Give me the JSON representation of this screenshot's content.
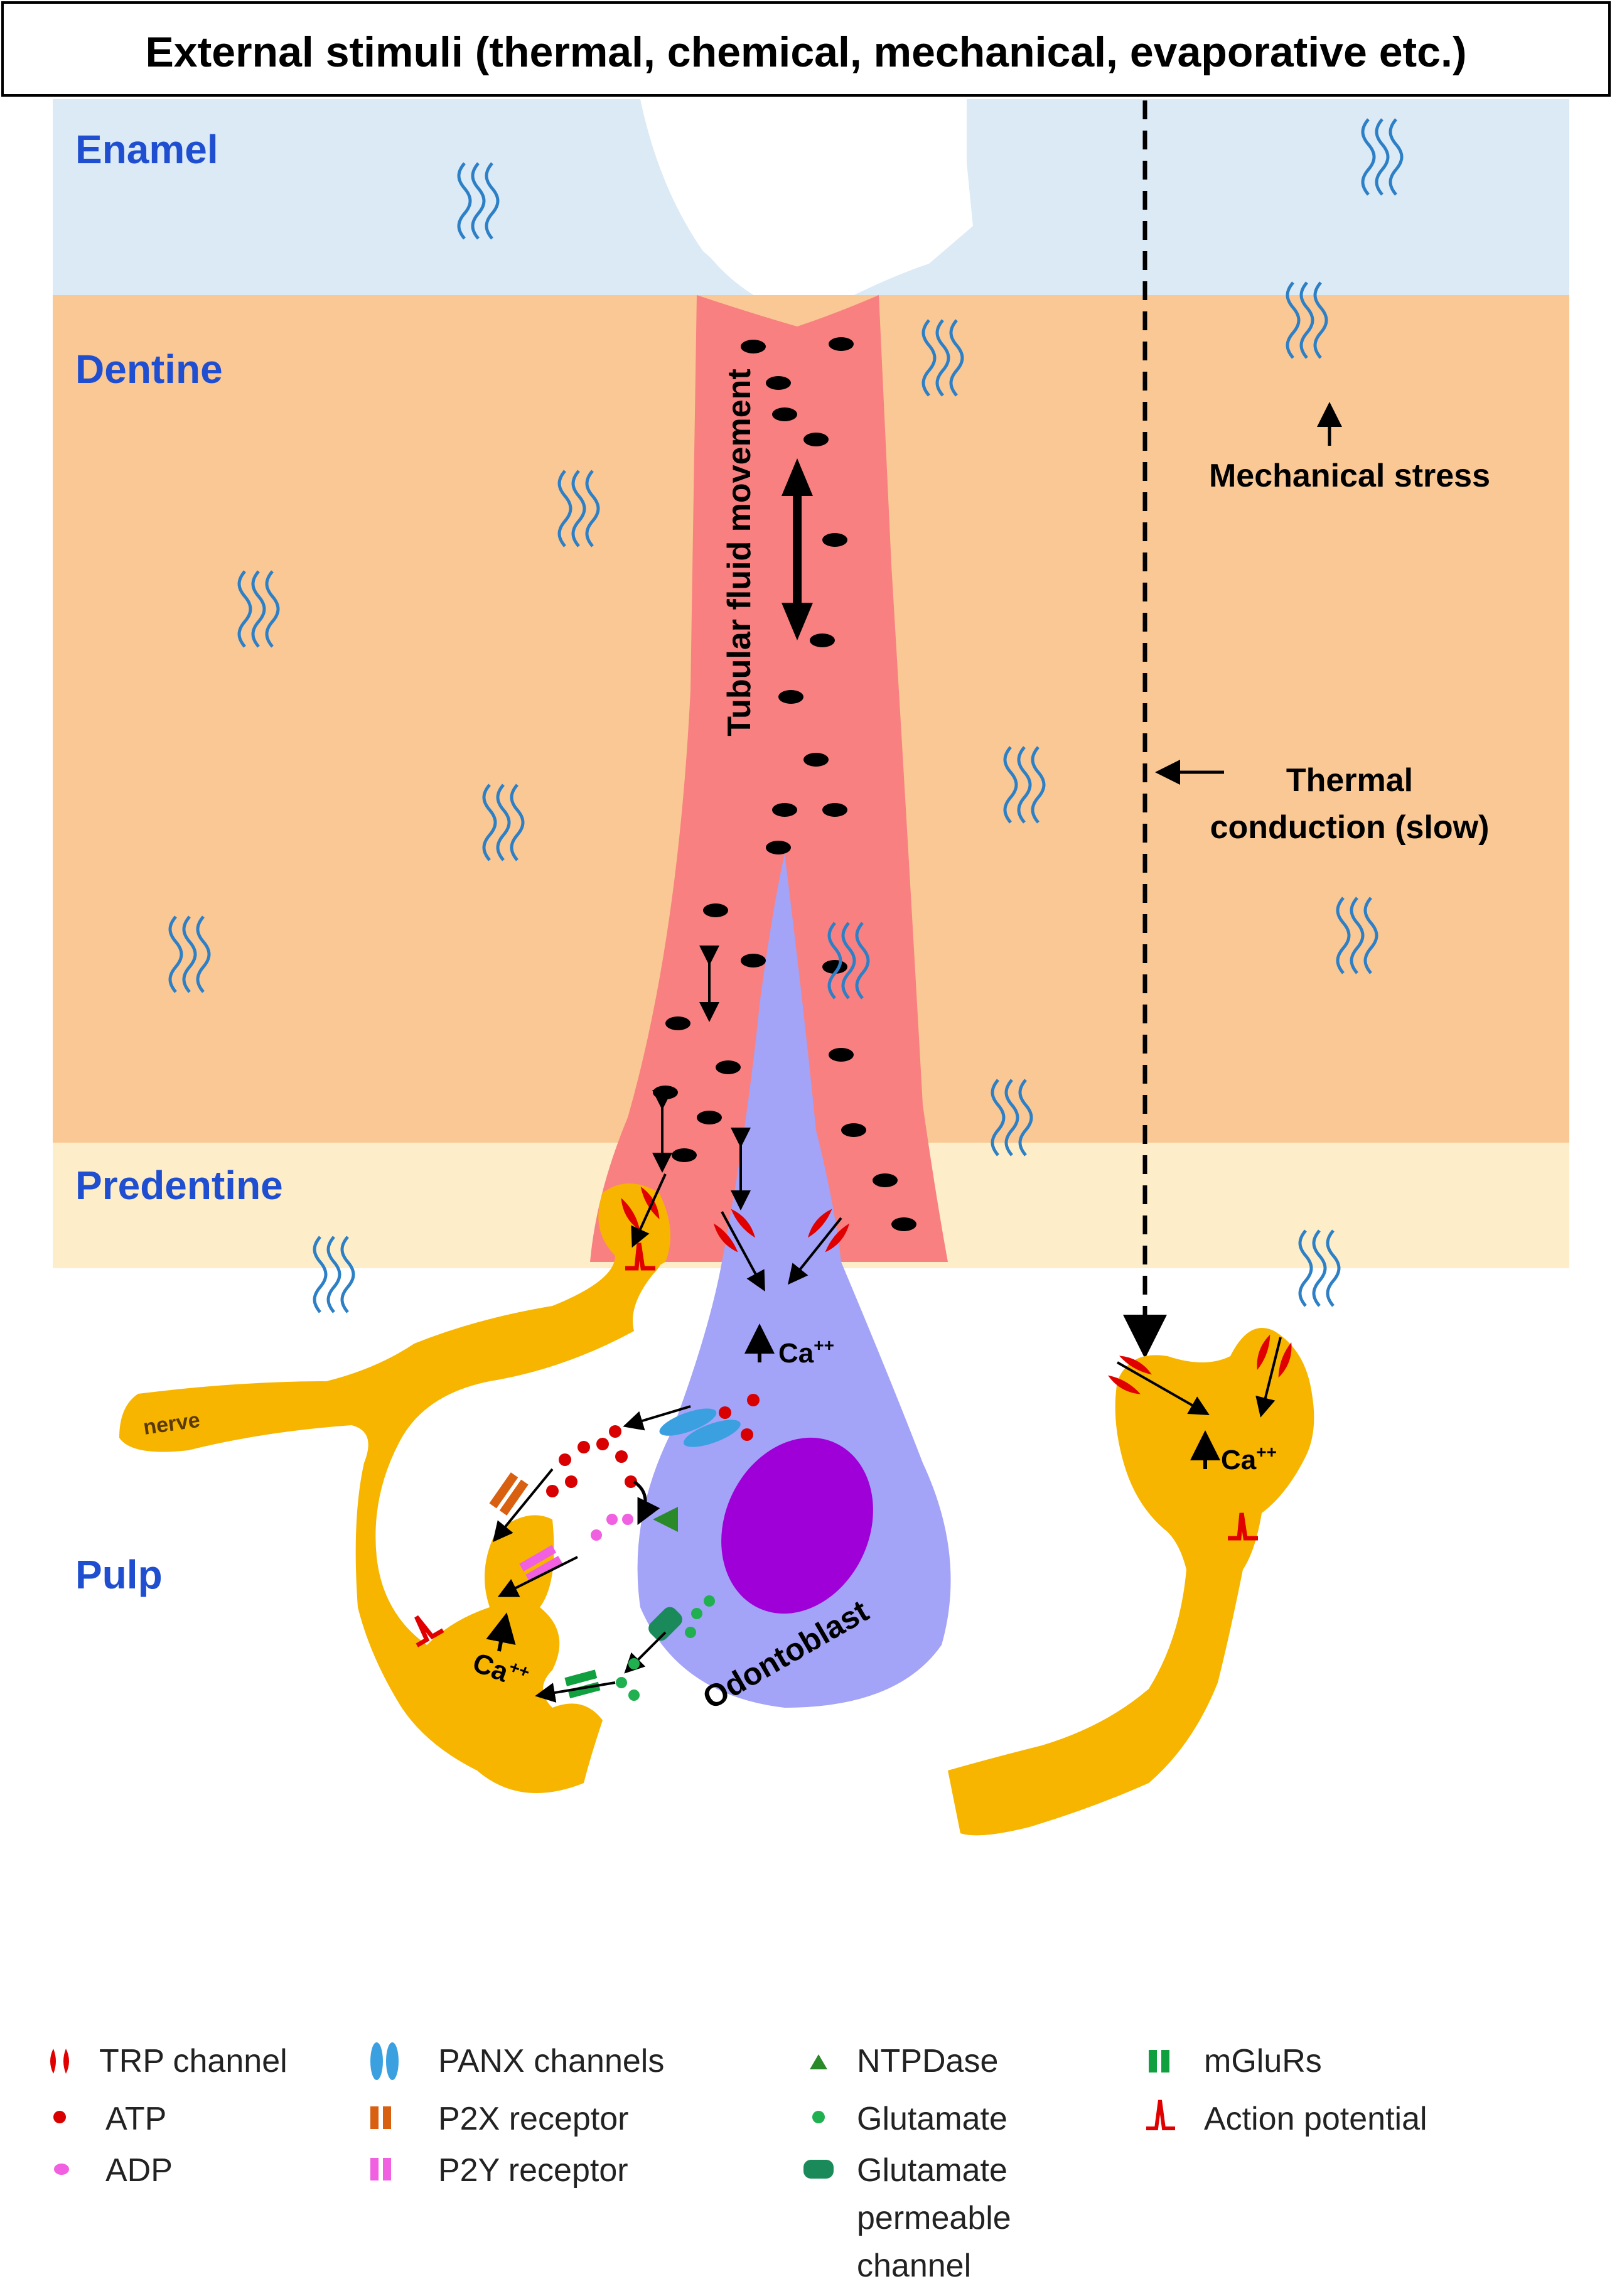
{
  "title": "External stimuli (thermal, chemical, mechanical, evaporative etc.)",
  "layers": {
    "enamel": "Enamel",
    "dentine": "Dentine",
    "predentine": "Predentine",
    "pulp": "Pulp"
  },
  "labels": {
    "tubular_fluid": "Tubular fluid movement",
    "mechanical_stress": "Mechanical stress",
    "thermal_line1": "Thermal",
    "thermal_line2": "conduction (slow)",
    "nerve": "nerve",
    "odontoblast": "Odontoblast",
    "ca_base": "Ca",
    "ca_sup": "++"
  },
  "legend": {
    "trp": "TRP channel",
    "atp": "ATP",
    "adp": "ADP",
    "panx": "PANX channels",
    "p2x": "P2X receptor",
    "p2y": "P2Y receptor",
    "ntpdase": "NTPDase",
    "glutamate": "Glutamate",
    "glut_channel_1": "Glutamate",
    "glut_channel_2": "permeable",
    "glut_channel_3": "channel",
    "mglurs": "mGluRs",
    "action_potential": "Action potential"
  },
  "colors": {
    "enamel": "#dbeaf5",
    "dentine": "#f9c894",
    "predentine": "#fdeec9",
    "tubule": "#f88080",
    "odontoblast": "#a3a3f8",
    "nucleus": "#a000d8",
    "nerve": "#f7b500",
    "title_text": "#000000",
    "layer_text": "#1f4fd0",
    "trp": "#e00000",
    "atp": "#d80000",
    "adp": "#f060e0",
    "panx": "#3aa0e0",
    "p2x": "#d86010",
    "p2y": "#f060e0",
    "ntpdase": "#2a8a2a",
    "glutamate": "#20b050",
    "mglur": "#10a040",
    "glut_channel": "#1a8a5a",
    "wave": "#2d7fc6"
  }
}
